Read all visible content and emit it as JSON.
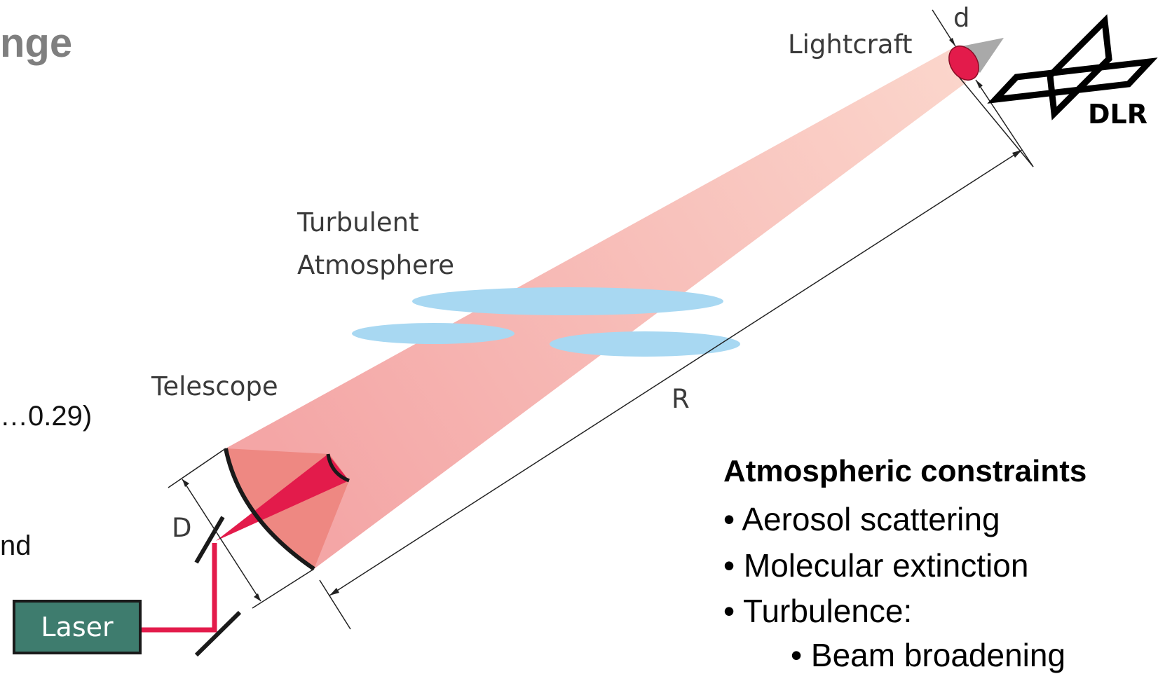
{
  "header": {
    "title_fragment": "nge"
  },
  "left_text": {
    "line1": "…0.29)",
    "line2": "nd"
  },
  "diagram": {
    "lightcraft_label": "Lightcraft",
    "d_label": "d",
    "turbulent_label": "Turbulent",
    "atmosphere_label": "Atmosphere",
    "telescope_label": "Telescope",
    "r_label": "R",
    "big_d_label": "D",
    "laser_label": "Laser",
    "logo_text": "DLR"
  },
  "constraints": {
    "title": "Atmospheric constraints",
    "items": [
      "• Aerosol scattering",
      "• Molecular extinction",
      "• Turbulence:"
    ],
    "subitem": "•   Beam broadening"
  },
  "colors": {
    "beam": "#f4aaa8",
    "beam_light": "#fad4cc",
    "cloud": "#a8d8f2",
    "laser_red": "#e31b4b",
    "laser_box": "#3e7c6e",
    "title_gray": "#7f7f7f",
    "mirror_fill": "#ee8882"
  }
}
